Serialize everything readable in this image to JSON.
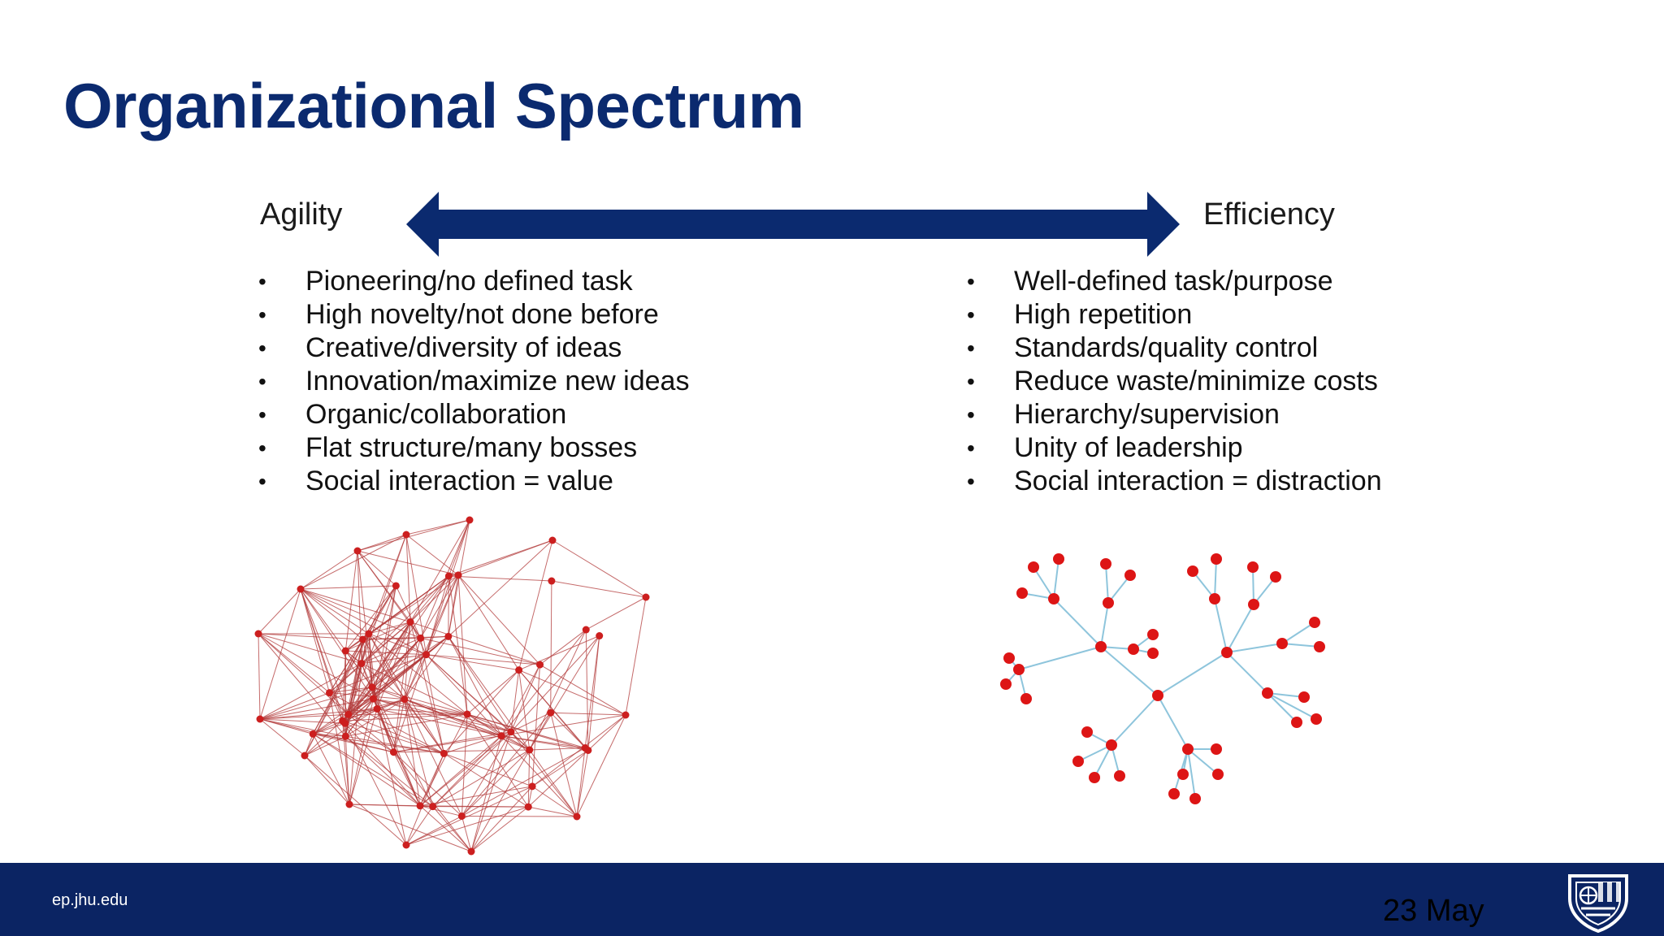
{
  "slide": {
    "title": "Organizational Spectrum"
  },
  "spectrum": {
    "left_label": "Agility",
    "right_label": "Efficiency",
    "arrow_color": "#0b2a6f"
  },
  "agility_points": [
    "Pioneering/no defined task",
    "High novelty/not done before",
    "Creative/diversity of ideas",
    "Innovation/maximize new ideas",
    "Organic/collaboration",
    "Flat structure/many bosses",
    "Social interaction = value"
  ],
  "efficiency_points": [
    "Well-defined task/purpose",
    "High repetition",
    "Standards/quality control",
    "Reduce waste/minimize costs",
    "Hierarchy/supervision",
    "Unity of leadership",
    "Social interaction = distraction"
  ],
  "illustrations": {
    "mesh_network": {
      "node_color": "#cc1f1f",
      "edge_color": "#b23a3a"
    },
    "tree_network": {
      "node_color": "#dd1515",
      "edge_color": "#8ec5dc"
    }
  },
  "footer": {
    "site": "ep.jhu.edu",
    "date": "23 May",
    "bar_color": "#0b2463",
    "logo_icon": "university-shield-icon"
  }
}
